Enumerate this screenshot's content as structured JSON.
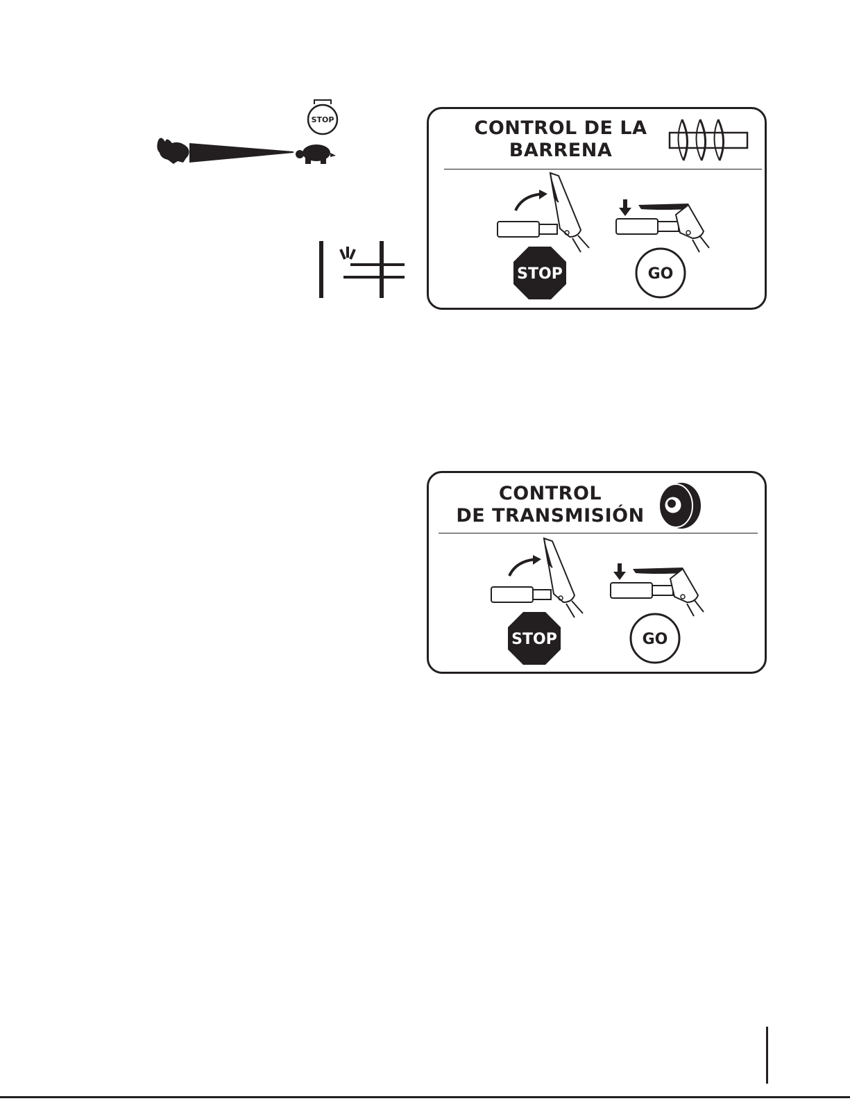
{
  "throttle": {
    "stop_label": "STOP"
  },
  "panels": [
    {
      "title_line1": "CONTROL DE LA",
      "title_line2": "BARRENA",
      "icon": "auger-icon",
      "stop_label": "STOP",
      "go_label": "GO"
    },
    {
      "title_line1": "CONTROL",
      "title_line2": "DE TRANSMISIÓN",
      "icon": "wheel-icon",
      "stop_label": "STOP",
      "go_label": "GO"
    }
  ],
  "colors": {
    "ink": "#231f20",
    "paper": "#ffffff"
  }
}
